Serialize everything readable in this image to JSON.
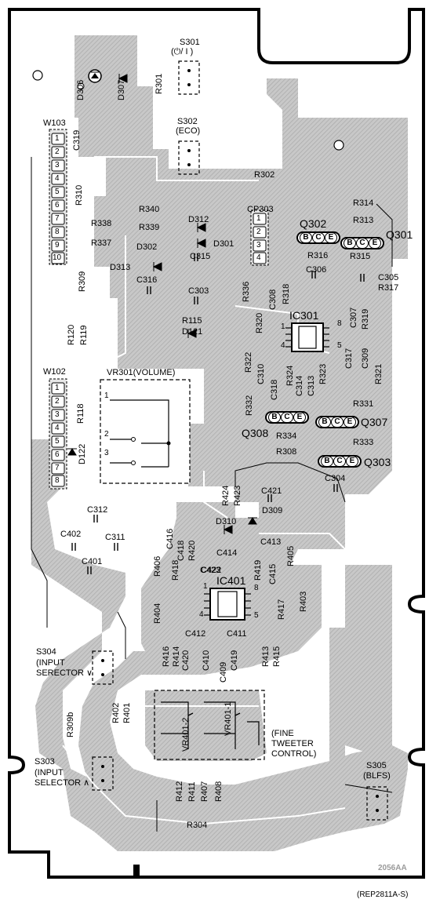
{
  "switches": {
    "s301": {
      "ref": "S301",
      "symbol": "(⏻/ I )"
    },
    "s302": {
      "ref": "S302",
      "name": "(ECO)"
    },
    "s304": {
      "ref": "S304",
      "line1": "(INPUT",
      "line2": "SERECTOR ∨"
    },
    "s303": {
      "ref": "S303",
      "line1": "(INPUT",
      "line2": "SELECTOR ∧"
    },
    "s305": {
      "ref": "S305",
      "name": "(BLFS)"
    }
  },
  "connectors": {
    "w103": {
      "ref": "W103",
      "pins": [
        "1",
        "2",
        "3",
        "4",
        "5",
        "6",
        "7",
        "8",
        "9",
        "10"
      ]
    },
    "w102": {
      "ref": "W102",
      "pins": [
        "1",
        "2",
        "3",
        "4",
        "5",
        "6",
        "7",
        "8"
      ]
    },
    "cp303": {
      "ref": "CP303",
      "pins": [
        "1",
        "2",
        "3",
        "4"
      ]
    }
  },
  "transistors": {
    "q302": {
      "ref": "Q302",
      "pins": [
        "B",
        "C",
        "E"
      ]
    },
    "q301": {
      "ref": "Q301",
      "pins": [
        "B",
        "C",
        "E"
      ]
    },
    "q308": {
      "ref": "Q308",
      "pins": [
        "B",
        "C",
        "E"
      ]
    },
    "q307": {
      "ref": "Q307",
      "pins": [
        "B",
        "C",
        "E"
      ]
    },
    "q303": {
      "ref": "Q303",
      "pins": [
        "B",
        "C",
        "E"
      ]
    }
  },
  "ics": {
    "ic301": {
      "ref": "IC301",
      "pin1": "1",
      "pin4": "4",
      "pin5": "5",
      "pin8": "8"
    },
    "ic401": {
      "ref": "IC401",
      "pin1": "1",
      "pin4": "4",
      "pin5": "5",
      "pin8": "8"
    }
  },
  "controls": {
    "vr301": {
      "ref": "VR301(VOLUME)",
      "pin1": "1",
      "pin2": "2",
      "pin3": "3"
    },
    "vr401_2": {
      "ref": "VR401-2"
    },
    "vr401_1": {
      "ref": "VR401-1"
    },
    "fine_tweeter": {
      "line1": "(FINE",
      "line2": "TWEETER",
      "line3": "CONTROL)"
    }
  },
  "diodes": [
    "D306",
    "D307",
    "D312",
    "D301",
    "D302",
    "D313",
    "D121",
    "D122",
    "D310",
    "D309"
  ],
  "resistors_h": [
    "R302",
    "R314",
    "R313",
    "R340",
    "R338",
    "R339",
    "R337",
    "R316",
    "R315",
    "R317",
    "R115",
    "R331",
    "R334",
    "R308",
    "R333",
    "R304"
  ],
  "resistors_v": [
    "R301",
    "R310",
    "R309",
    "R120",
    "R119",
    "R118",
    "R336",
    "R318",
    "R320",
    "R319",
    "R322",
    "R324",
    "R323",
    "R321",
    "R332",
    "R424",
    "R423",
    "R406",
    "R418",
    "R420",
    "R419",
    "R405",
    "R404",
    "R403",
    "R417",
    "R416",
    "R414",
    "R413",
    "R415",
    "R402",
    "R401",
    "R309b",
    "R412",
    "R411",
    "R407",
    "R408"
  ],
  "capacitors_h": [
    "C315",
    "C316",
    "C303",
    "C306",
    "C305",
    "C304",
    "C312",
    "C402",
    "C311",
    "C401",
    "C421",
    "C413",
    "C414",
    "C423",
    "C415",
    "C412",
    "C411"
  ],
  "capacitors_v": [
    "C319",
    "C308",
    "C307",
    "C317",
    "C309",
    "C310",
    "C318",
    "C314",
    "C313",
    "C416",
    "C418",
    "C420",
    "C410",
    "C409",
    "C419",
    "C422"
  ],
  "part_number": "2056AA",
  "footer": "(REP2811A-S)"
}
